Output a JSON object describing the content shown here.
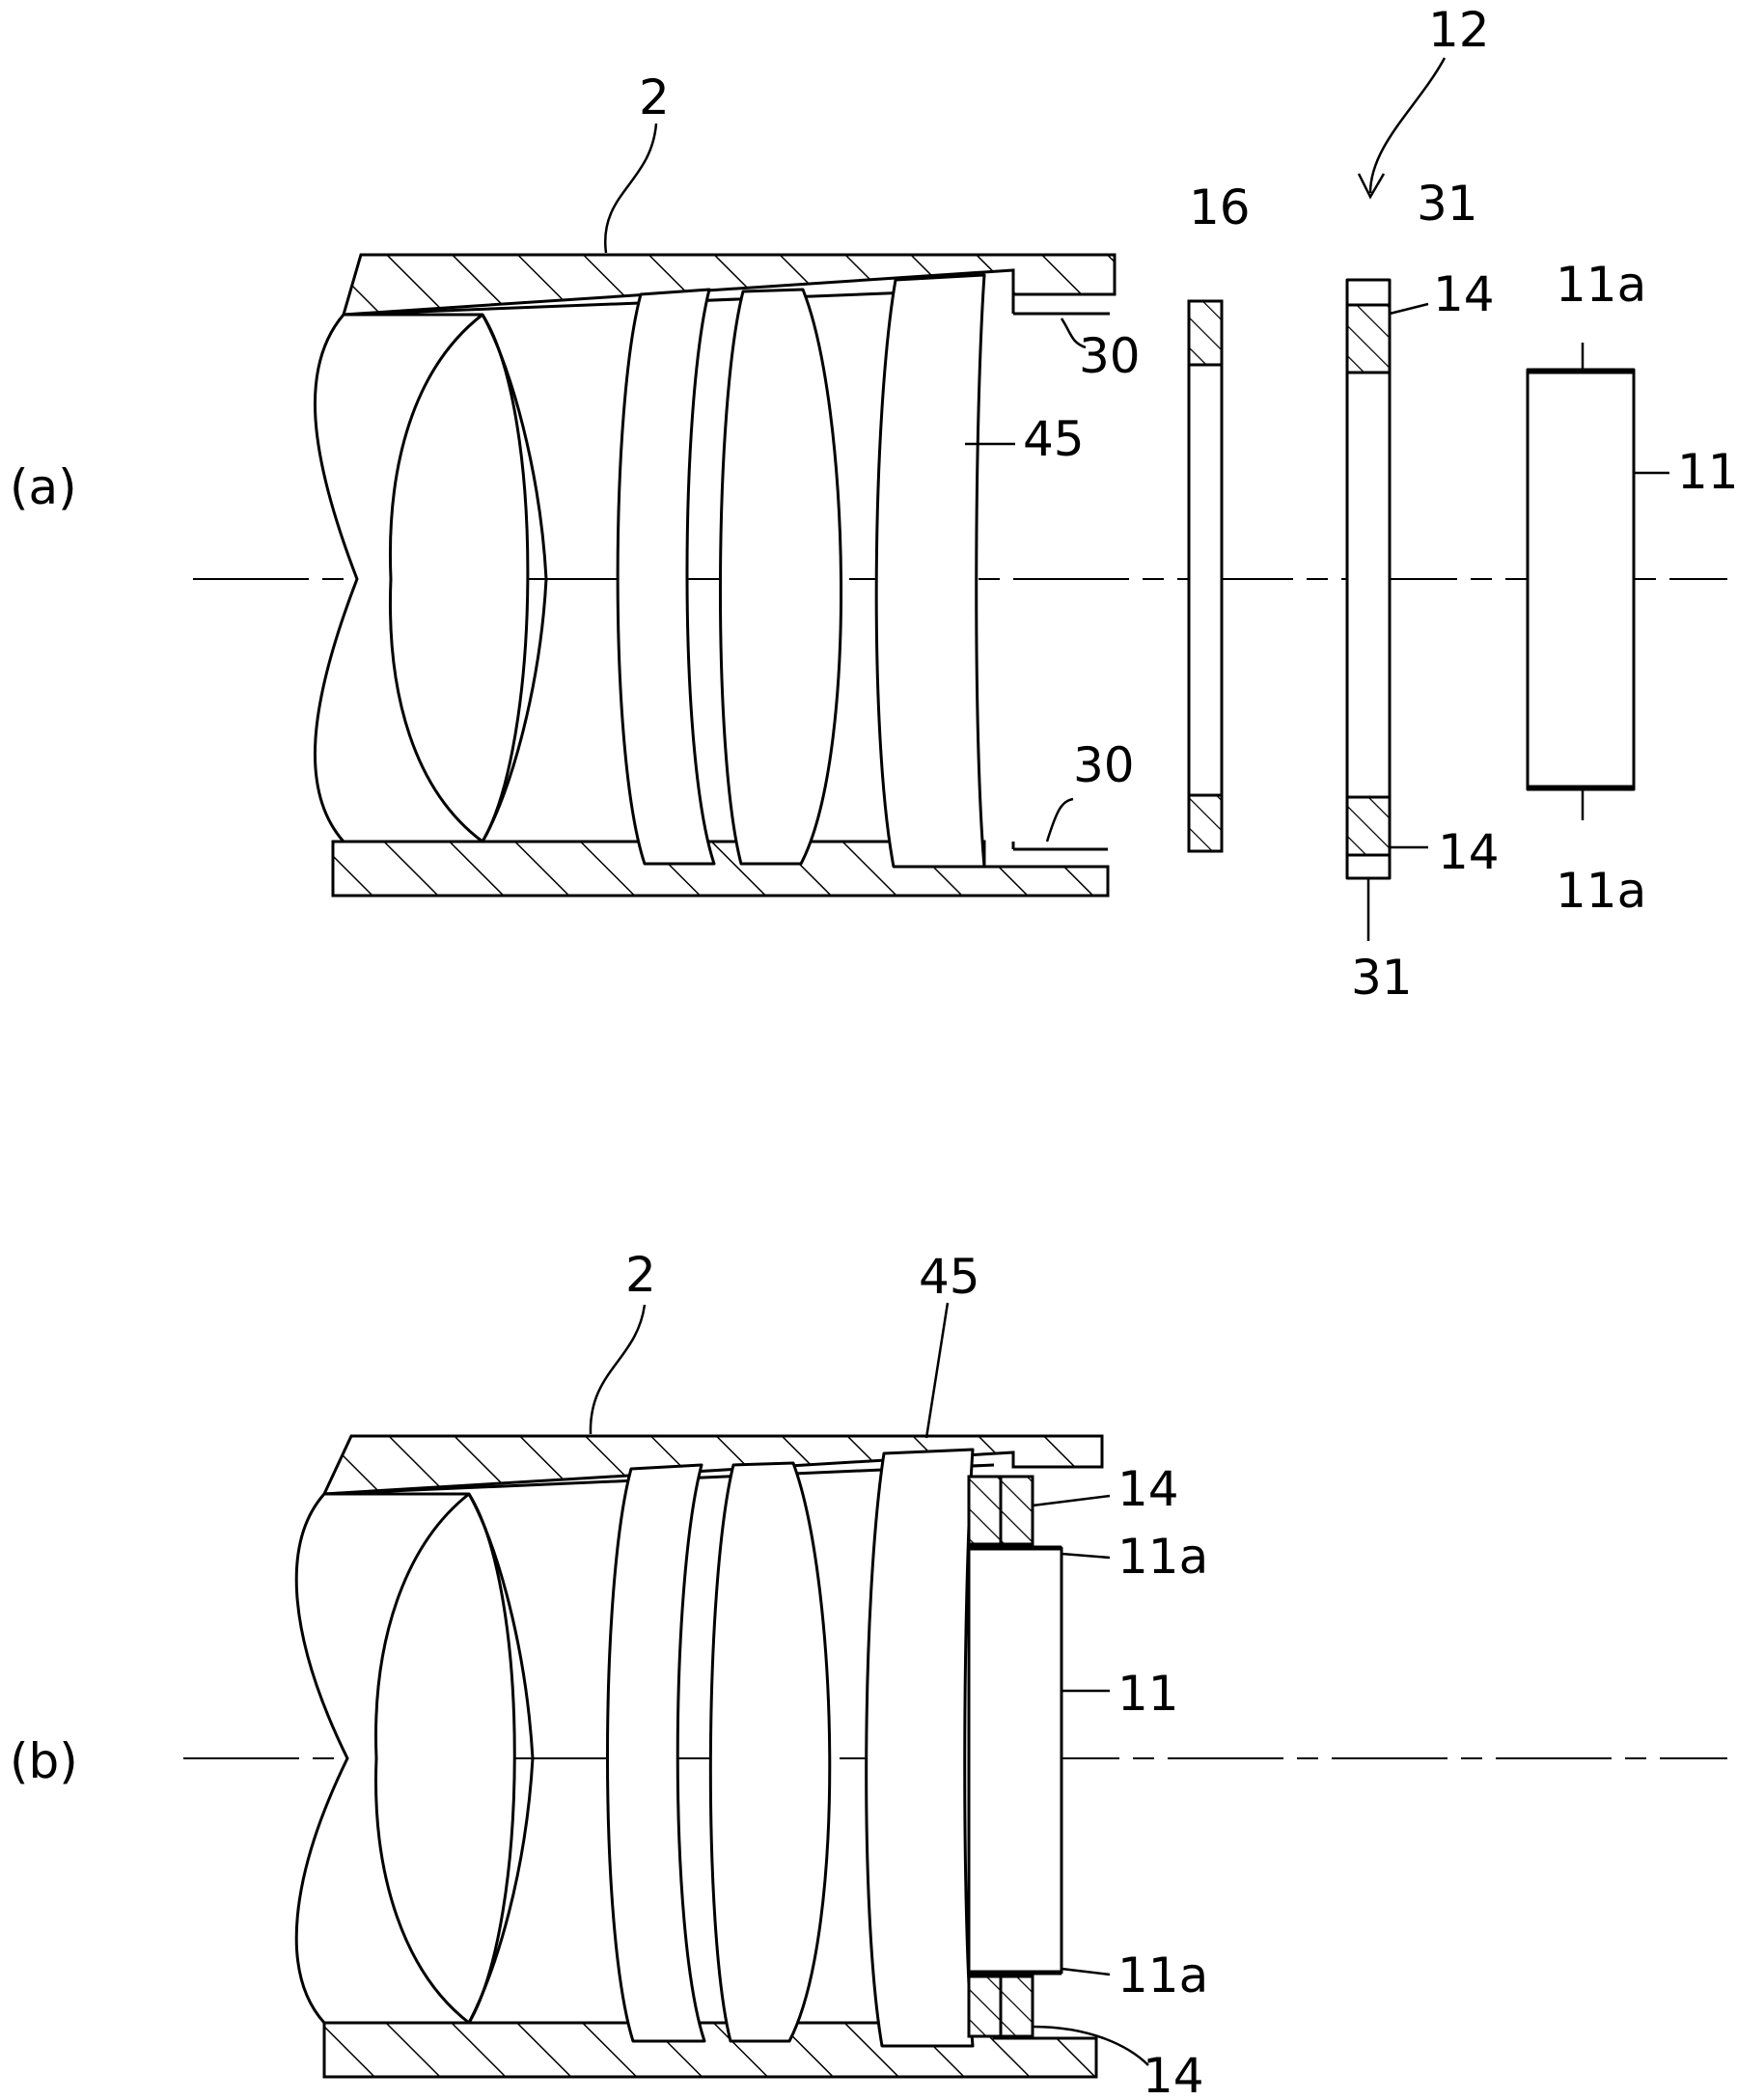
{
  "figure": {
    "panel_a": {
      "label": "(a)",
      "callouts": {
        "barrel": "2",
        "assembly": "12",
        "filter_plate": "16",
        "spacer_tab_top": "31",
        "spacer_tab_bottom": "31",
        "ring_top": "14",
        "ring_bottom": "14",
        "sensor_end_top": "11a",
        "sensor_end_bottom": "11a",
        "step_top": "30",
        "step_bottom": "30",
        "lens": "45",
        "sensor": "11"
      }
    },
    "panel_b": {
      "label": "(b)",
      "callouts": {
        "barrel": "2",
        "lens": "45",
        "ring_top": "14",
        "sensor_end_top": "11a",
        "sensor": "11",
        "sensor_end_bottom": "11a",
        "ring_bottom": "14"
      }
    },
    "colors": {
      "line": "#000000",
      "background": "#ffffff"
    }
  }
}
